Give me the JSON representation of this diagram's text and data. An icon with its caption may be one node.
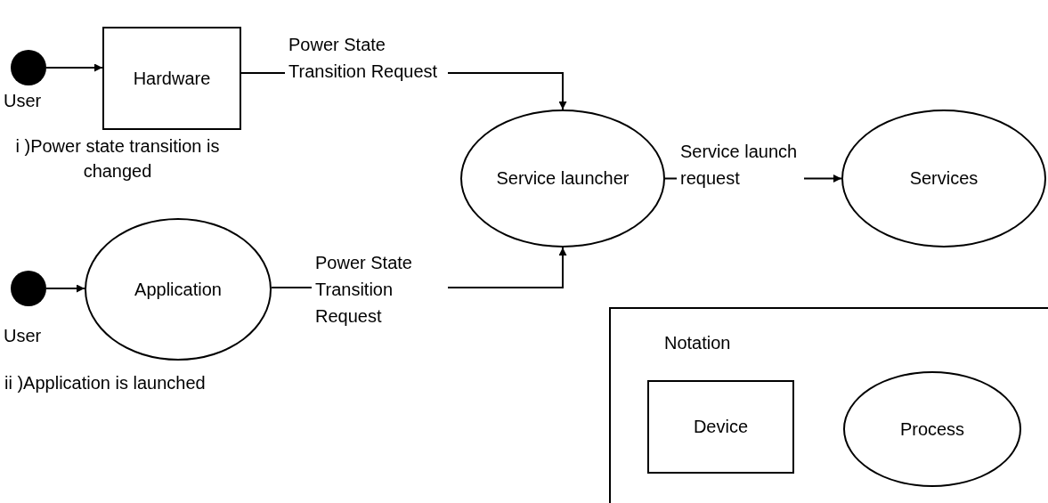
{
  "diagram": {
    "nodes": [
      {
        "text": [],
        "shape": "circle",
        "beside": [
          "User"
        ]
      },
      {
        "text": [
          "Hardware"
        ]
      },
      {
        "text": [],
        "shape": "circle",
        "beside": [
          "User"
        ]
      },
      {
        "text": [
          "Application"
        ]
      },
      {
        "text": [
          "Service launcher"
        ]
      },
      {
        "text": [
          "Services"
        ]
      },
      {
        "text": [
          "Notation"
        ]
      },
      {
        "text": [
          "Device"
        ],
        "in": 6
      },
      {
        "text": [
          "Process"
        ],
        "in": 6
      }
    ],
    "edges": [
      {
        "from": 0,
        "to": 1,
        "arrow": "to"
      },
      {
        "from": 2,
        "to": 3,
        "arrow": "to"
      },
      {
        "from": 1,
        "to": 4,
        "arrow": "to",
        "label": "Power State Transition Request"
      },
      {
        "from": 3,
        "to": 4,
        "arrow": "to",
        "label": "Power State Transition Request"
      },
      {
        "from": 4,
        "to": 5,
        "arrow": "to",
        "label": "Service launch request"
      }
    ],
    "labels": [
      "i )Power state transition is changed",
      "ii )Application is launched"
    ]
  }
}
